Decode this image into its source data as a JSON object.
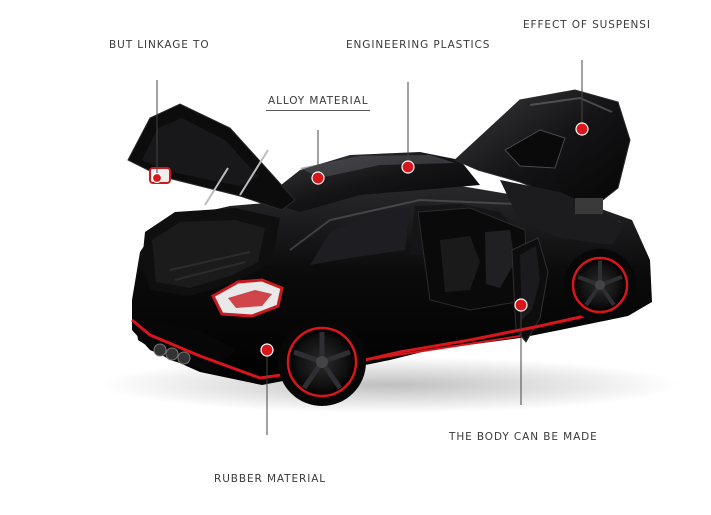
{
  "labels": {
    "but_linkage": "BUT LINKAGE TO",
    "engineering_plastics": "ENGINEERING PLASTICS",
    "effect_suspension": "EFFECT OF SUSPENSI",
    "alloy_material": "ALLOY MATERIAL",
    "body_can_be_made": "THE BODY CAN BE MADE",
    "rubber_material": "RUBBER MATERIAL"
  },
  "colors": {
    "car_body": "#0b0b0c",
    "accent_red": "#d8161c",
    "pointer_line": "#444444"
  },
  "image": {
    "subject": "black-model-car-with-open-doors-and-hood-icon"
  }
}
